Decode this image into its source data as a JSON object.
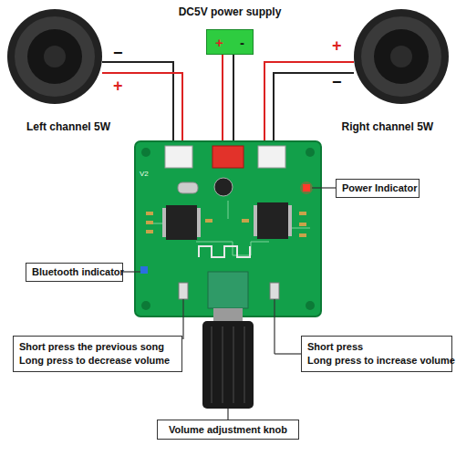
{
  "diagram": {
    "nodes": [
      {
        "text": [
          "DC5V power supply",
          "+",
          "-"
        ]
      },
      {
        "text": [
          "Power Indicator"
        ]
      },
      {
        "text": [
          "Bluetooth indicator"
        ]
      },
      {
        "text": [
          "Short press the previous song",
          "Long press to decrease volume"
        ]
      },
      {
        "text": [
          "Short press",
          "Long press to increase volume"
        ]
      },
      {
        "text": [
          "Volume adjustment knob"
        ]
      }
    ],
    "labels": [
      "Left channel 5W",
      "Right channel 5W",
      "−",
      "+",
      "+",
      "−",
      "V2"
    ]
  }
}
